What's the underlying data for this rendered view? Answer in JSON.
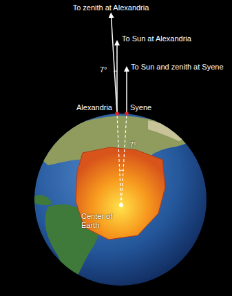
{
  "diagram": {
    "labels": [
      "To zenith at Alexandria",
      "To Sun at Alexandria",
      "7°",
      "To Sun and zenith at Syene",
      "Alexandria",
      "Syene",
      "7°",
      "Center of Earth"
    ]
  }
}
